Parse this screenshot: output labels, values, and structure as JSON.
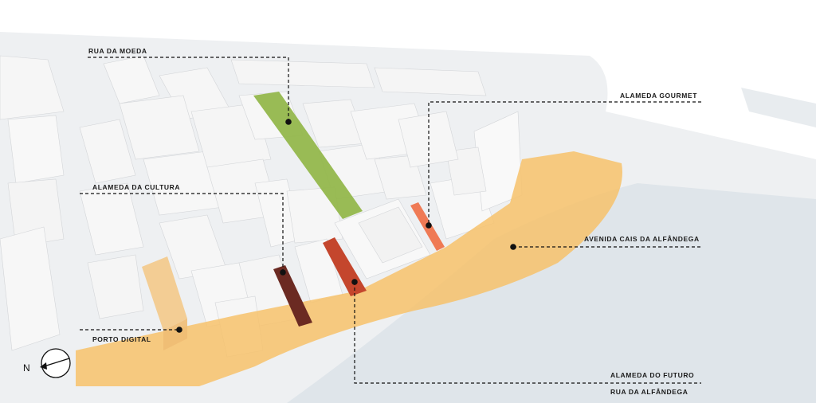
{
  "labels": {
    "rua_da_moeda": "RUA DA MOEDA",
    "alameda_gourmet": "ALAMEDA GOURMET",
    "alameda_da_cultura": "ALAMEDA DA CULTURA",
    "avenida_cais": "AVENIDA CAIS DA ALFÂNDEGA",
    "porto_digital": "PORTO DIGITAL",
    "alameda_do_futuro": "ALAMEDA DO FUTURO",
    "rua_da_alfandega": "RUA DA ALFÂNDEGA"
  },
  "compass": {
    "north_label": "N"
  },
  "colors": {
    "background": "#ffffff",
    "ground": "#eef0f2",
    "water": "#dfe5ea",
    "building_top": "#f7f7f7",
    "building_side": "#e2e3e5",
    "avenida_cais": "#f7c26b",
    "porto_digital": "#f3c98a",
    "rua_da_moeda": "#94b74c",
    "alameda_da_cultura": "#6b2a22",
    "alameda_do_futuro": "#c4462d",
    "alameda_gourmet": "#ef7a55",
    "leader_line": "#111111"
  }
}
